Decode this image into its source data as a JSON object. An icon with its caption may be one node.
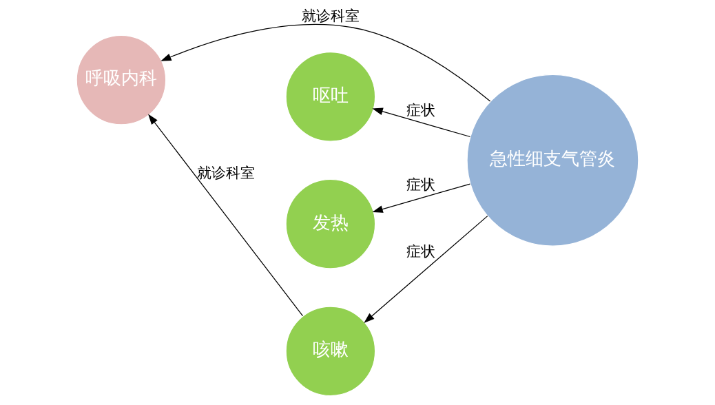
{
  "diagram": {
    "nodes": [
      {
        "text": [
          "呼吸内科"
        ]
      },
      {
        "text": [
          "急性细支气管炎"
        ]
      },
      {
        "text": [
          "呕吐"
        ]
      },
      {
        "text": [
          "发热"
        ]
      },
      {
        "text": [
          "咳嗽"
        ]
      }
    ],
    "edges": [
      {
        "from": 1,
        "to": 0,
        "arrow": "to",
        "label": "就诊科室"
      },
      {
        "from": 1,
        "to": 2,
        "arrow": "to",
        "label": "症状"
      },
      {
        "from": 1,
        "to": 3,
        "arrow": "to",
        "label": "症状"
      },
      {
        "from": 1,
        "to": 4,
        "arrow": "to",
        "label": "症状"
      },
      {
        "from": 4,
        "to": 0,
        "arrow": "to",
        "label": "就诊科室"
      }
    ]
  }
}
